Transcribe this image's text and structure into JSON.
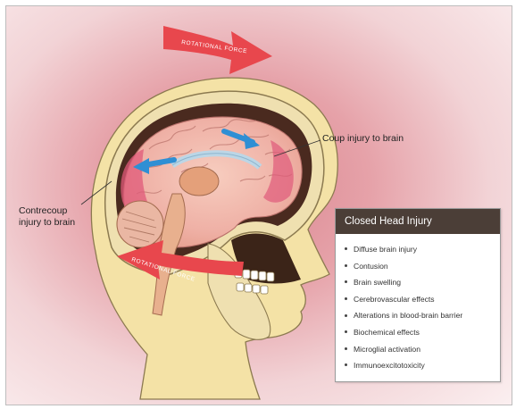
{
  "labels": {
    "coup": "Coup injury to brain",
    "contrecoup": "Contrecoup injury to brain",
    "force_top": "ROTATIONAL FORCE",
    "force_bottom": "ROTATIONAL FORCE"
  },
  "panel": {
    "title": "Closed Head Injury",
    "items": [
      "Diffuse brain injury",
      "Contusion",
      "Brain swelling",
      "Cerebrovascular effects",
      "Alterations in blood-brain barrier",
      "Biochemical effects",
      "Microglial activation",
      "Immunoexcitotoxicity"
    ]
  },
  "colors": {
    "force_arrow": "#e8474d",
    "impact_arrow": "#2f8fd4",
    "skin": "#f4e2a6",
    "brain": "#f0b7ae",
    "injury_zone": "#e05a7a",
    "panel_header": "#4b3e37"
  }
}
